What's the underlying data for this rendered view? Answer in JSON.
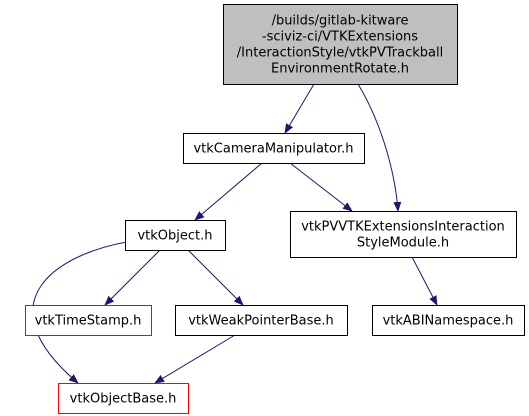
{
  "diagram": {
    "colors": {
      "root_fill": "#bfbfbf",
      "node_fill": "#ffffff",
      "border_default": "#000000",
      "border_incomplete": "#ff0000",
      "edge": "#191970"
    },
    "nodes": [
      {
        "id": "root",
        "lines": [
          "/builds/gitlab-kitware",
          "-sciviz-ci/VTKExtensions",
          "/InteractionStyle/vtkPVTrackball",
          "EnvironmentRotate.h"
        ],
        "style": "root"
      },
      {
        "id": "camera_manipulator",
        "lines": [
          "vtkCameraManipulator.h"
        ],
        "style": "default"
      },
      {
        "id": "pv_interaction_module",
        "lines": [
          "vtkPVVTKExtensionsInteraction",
          "StyleModule.h"
        ],
        "style": "default"
      },
      {
        "id": "object",
        "lines": [
          "vtkObject.h"
        ],
        "style": "default"
      },
      {
        "id": "abi_namespace",
        "lines": [
          "vtkABINamespace.h"
        ],
        "style": "default"
      },
      {
        "id": "time_stamp",
        "lines": [
          "vtkTimeStamp.h"
        ],
        "style": "incomplete"
      },
      {
        "id": "weak_pointer_base",
        "lines": [
          "vtkWeakPointerBase.h"
        ],
        "style": "default"
      },
      {
        "id": "object_base",
        "lines": [
          "vtkObjectBase.h"
        ],
        "style": "incomplete"
      }
    ],
    "edges": [
      {
        "from": "root",
        "to": "camera_manipulator"
      },
      {
        "from": "root",
        "to": "pv_interaction_module"
      },
      {
        "from": "camera_manipulator",
        "to": "object"
      },
      {
        "from": "camera_manipulator",
        "to": "pv_interaction_module"
      },
      {
        "from": "pv_interaction_module",
        "to": "abi_namespace"
      },
      {
        "from": "object",
        "to": "time_stamp"
      },
      {
        "from": "object",
        "to": "weak_pointer_base"
      },
      {
        "from": "object",
        "to": "object_base"
      },
      {
        "from": "weak_pointer_base",
        "to": "object_base"
      }
    ]
  }
}
